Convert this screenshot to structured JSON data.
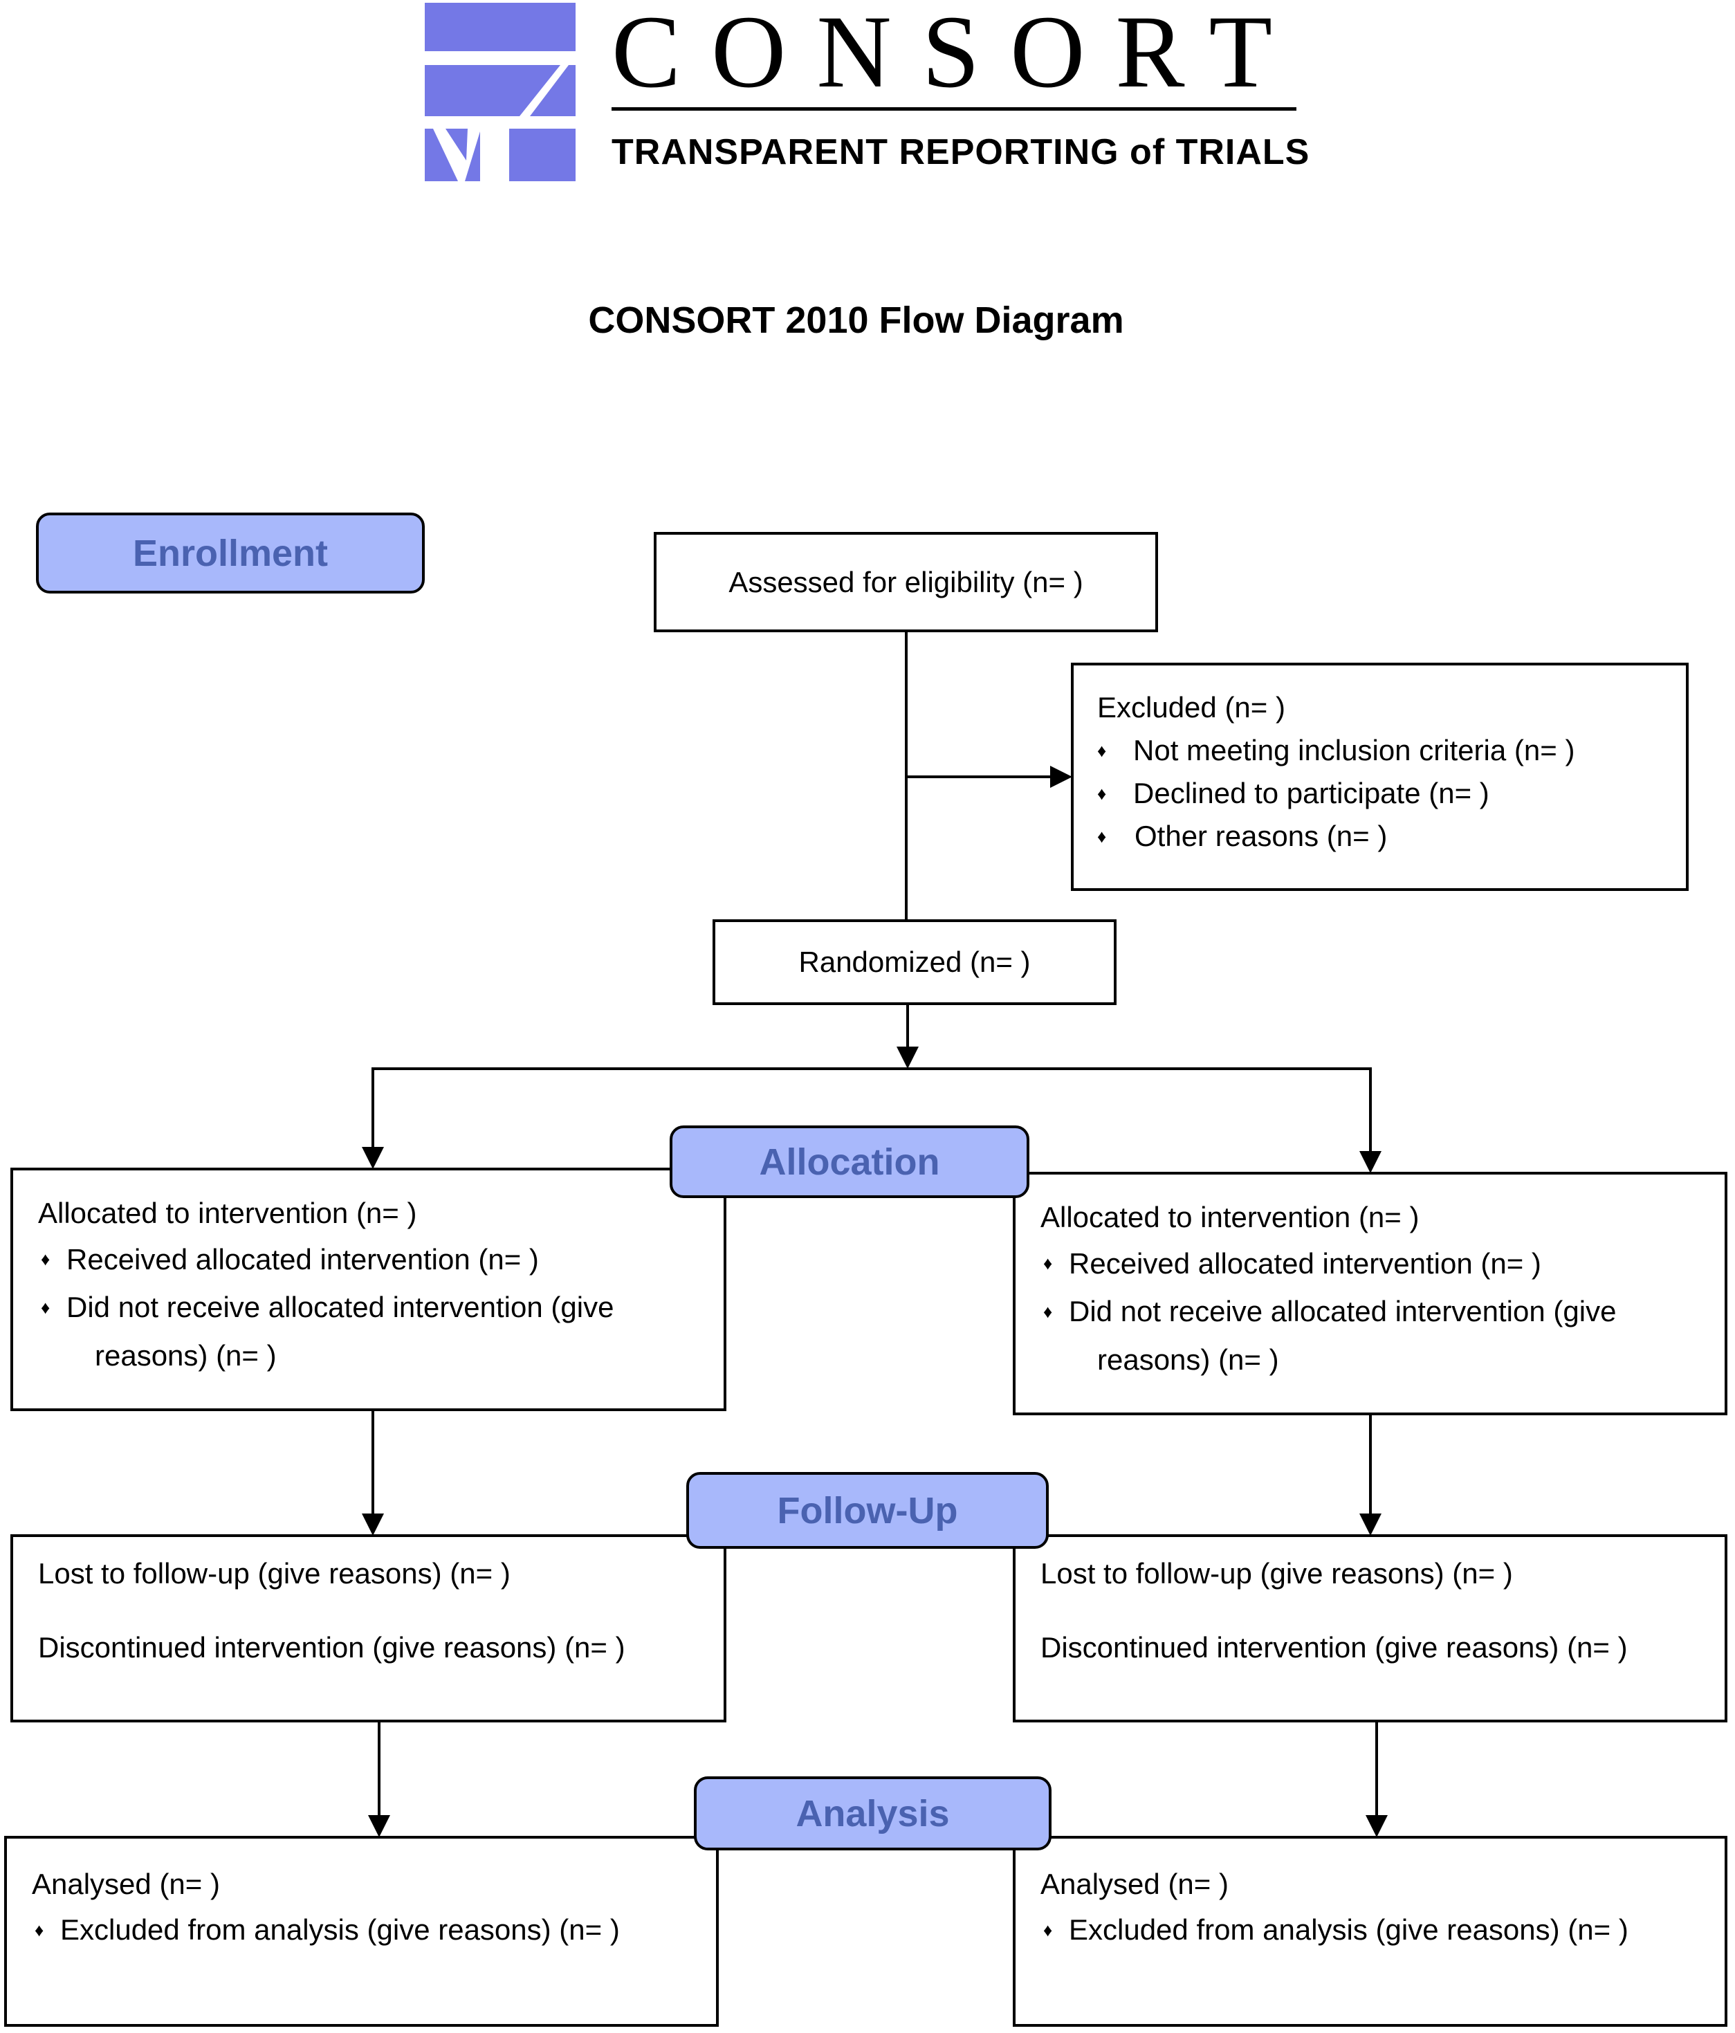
{
  "logo": {
    "wordmark": "CONSORT",
    "tagline": "TRANSPARENT REPORTING of TRIALS",
    "color": "#7478e6"
  },
  "title": "CONSORT 2010 Flow Diagram",
  "stages": {
    "enrollment": "Enrollment",
    "allocation": "Allocation",
    "follow_up": "Follow-Up",
    "analysis": "Analysis",
    "fill": "#a8b8fb",
    "text_color": "#4a62b0"
  },
  "boxes": {
    "assessed": "Assessed for eligibility (n=  )",
    "excluded": {
      "header": "Excluded  (n=   )",
      "items": [
        "Not meeting inclusion criteria (n=  )",
        "Declined to participate (n=  )",
        "Other reasons (n=  )"
      ]
    },
    "randomized": "Randomized (n=  )",
    "allocation_left": {
      "header": "Allocated to intervention (n=  )",
      "items": [
        "Received allocated intervention (n=  )",
        "Did not receive allocated intervention (give"
      ],
      "continuation": "reasons) (n=  )"
    },
    "allocation_right": {
      "header": "Allocated to intervention (n=  )",
      "items": [
        "Received allocated intervention (n=  )",
        "Did not receive allocated intervention (give"
      ],
      "continuation": "reasons) (n=  )"
    },
    "followup_left": [
      "Lost to follow-up (give reasons) (n=  )",
      "Discontinued intervention (give reasons) (n=  )"
    ],
    "followup_right": [
      "Lost to follow-up (give reasons) (n=  )",
      "Discontinued intervention (give reasons) (n=  )"
    ],
    "analysis_left": {
      "header": "Analysed  (n=  )",
      "items": [
        "Excluded from analysis (give reasons) (n=  )"
      ]
    },
    "analysis_right": {
      "header": "Analysed  (n=  )",
      "items": [
        "Excluded from analysis (give reasons) (n=  )"
      ]
    }
  },
  "bullet": "♦"
}
